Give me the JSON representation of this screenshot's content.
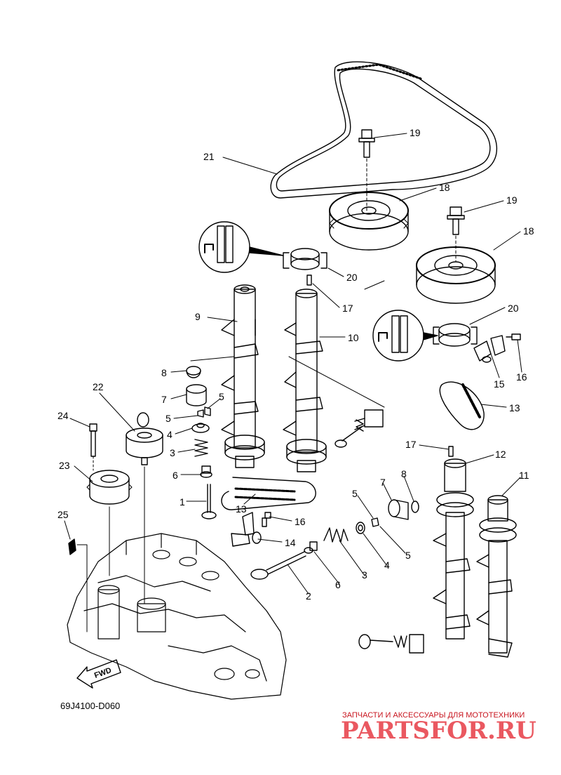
{
  "diagram": {
    "code": "69J4100-D060",
    "direction_label": "FWD",
    "callouts": [
      {
        "id": "c21",
        "text": "21"
      },
      {
        "id": "c19a",
        "text": "19"
      },
      {
        "id": "c18a",
        "text": "18"
      },
      {
        "id": "c19b",
        "text": "19"
      },
      {
        "id": "c18b",
        "text": "18"
      },
      {
        "id": "c20a",
        "text": "20"
      },
      {
        "id": "c17a",
        "text": "17"
      },
      {
        "id": "c9",
        "text": "9"
      },
      {
        "id": "c10",
        "text": "10"
      },
      {
        "id": "c20b",
        "text": "20"
      },
      {
        "id": "c16a",
        "text": "16"
      },
      {
        "id": "c15",
        "text": "15"
      },
      {
        "id": "c8a",
        "text": "8"
      },
      {
        "id": "c7a",
        "text": "7"
      },
      {
        "id": "c5a",
        "text": "5"
      },
      {
        "id": "c5b",
        "text": "5"
      },
      {
        "id": "c4a",
        "text": "4"
      },
      {
        "id": "c3a",
        "text": "3"
      },
      {
        "id": "c22",
        "text": "22"
      },
      {
        "id": "c24",
        "text": "24"
      },
      {
        "id": "c23",
        "text": "23"
      },
      {
        "id": "c6a",
        "text": "6"
      },
      {
        "id": "c1",
        "text": "1"
      },
      {
        "id": "c13a",
        "text": "13"
      },
      {
        "id": "c13b",
        "text": "13"
      },
      {
        "id": "c17b",
        "text": "17"
      },
      {
        "id": "c12",
        "text": "12"
      },
      {
        "id": "c11",
        "text": "11"
      },
      {
        "id": "c16b",
        "text": "16"
      },
      {
        "id": "c14",
        "text": "14"
      },
      {
        "id": "c25",
        "text": "25"
      },
      {
        "id": "c7b",
        "text": "7"
      },
      {
        "id": "c8b",
        "text": "8"
      },
      {
        "id": "c5c",
        "text": "5"
      },
      {
        "id": "c5d",
        "text": "5"
      },
      {
        "id": "c4b",
        "text": "4"
      },
      {
        "id": "c3b",
        "text": "3"
      },
      {
        "id": "c6b",
        "text": "6"
      },
      {
        "id": "c2",
        "text": "2"
      }
    ]
  },
  "watermark": {
    "caption": "ЗАПЧАСТИ И АКСЕССУАРЫ ДЛЯ МОТОТЕХНИКИ",
    "brand": "PARTSFOR.RU",
    "color": "#e8474f"
  }
}
